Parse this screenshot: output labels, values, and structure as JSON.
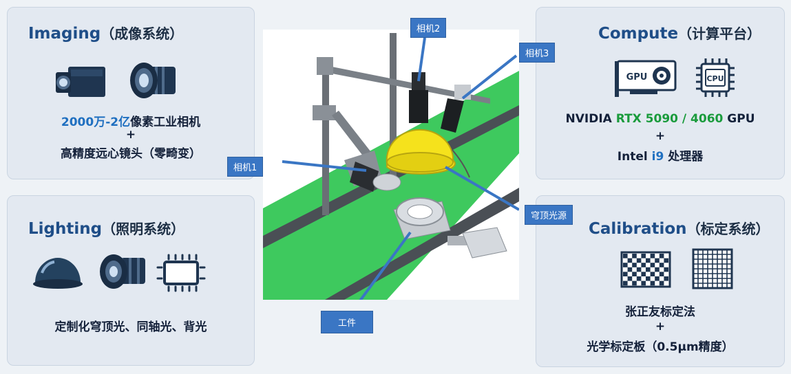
{
  "imaging": {
    "title_en": "Imaging",
    "title_cn": "（成像系统）",
    "line1_highlight": "2000万-2亿",
    "line1_rest": "像素工业相机",
    "plus": "+",
    "line2": "高精度远心镜头（零畸变）",
    "icons": [
      "industrial-camera-icon",
      "telecentric-lens-icon"
    ]
  },
  "lighting": {
    "title_en": "Lighting",
    "title_cn": "（照明系统）",
    "line1": "定制化穹顶光、同轴光、背光",
    "icons": [
      "dome-light-icon",
      "coaxial-light-icon",
      "backlight-icon"
    ]
  },
  "compute": {
    "title_en": "Compute",
    "title_cn": "（计算平台）",
    "line1_a": "NVIDIA ",
    "line1_b": "RTX 5090 / 4060",
    "line1_c": " GPU",
    "plus": "+",
    "line2_a": "Intel ",
    "line2_b": "i9",
    "line2_c": " 处理器",
    "gpu_label": "GPU",
    "cpu_label": "CPU",
    "icons": [
      "gpu-card-icon",
      "cpu-chip-icon"
    ]
  },
  "calibration": {
    "title_en": "Calibration",
    "title_cn": "（标定系统）",
    "line1": "张正友标定法",
    "plus": "+",
    "line2": "光学标定板（0.5μm精度）",
    "icons": [
      "checkerboard-icon",
      "grid-board-icon"
    ]
  },
  "diagram": {
    "callouts": {
      "camera1": "相机1",
      "camera2": "相机2",
      "camera3": "相机3",
      "dome_light": "穹顶光源",
      "workpiece": "工件"
    },
    "colors": {
      "conveyor_belt": "#3ec95e",
      "dome": "#f5e21c",
      "callout": "#3a76c4",
      "frame": "#6a6f75"
    }
  }
}
